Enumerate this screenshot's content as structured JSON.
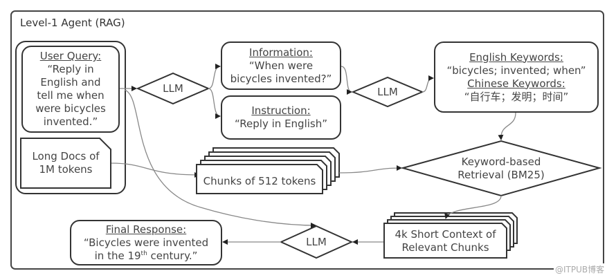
{
  "title": "Level-1 Agent (RAG)",
  "nodes": {
    "user_query": {
      "header": "User Query:",
      "lines": [
        "“Reply in",
        "English and",
        "tell me when",
        "were bicycles",
        "invented.”"
      ]
    },
    "long_docs": {
      "lines": [
        "Long Docs of",
        "1M tokens"
      ]
    },
    "llm_1": {
      "label": "LLM"
    },
    "information": {
      "header": "Information:",
      "lines": [
        "“When were",
        "bicycles invented?”"
      ]
    },
    "instruction": {
      "header": "Instruction:",
      "lines": [
        "“Reply in English”"
      ]
    },
    "llm_2": {
      "label": "LLM"
    },
    "keywords": {
      "english_header": "English Keywords:",
      "english_value": "“bicycles; invented; when”",
      "chinese_header": "Chinese Keywords:",
      "chinese_value": "“自行车；发明；时间”"
    },
    "chunks": {
      "label": "Chunks of 512 tokens"
    },
    "retrieval": {
      "lines": [
        "Keyword-based",
        "Retrieval (BM25)"
      ]
    },
    "short_context": {
      "lines": [
        "4k Short Context of",
        "Relevant Chunks"
      ]
    },
    "llm_3": {
      "label": "LLM"
    },
    "final_response": {
      "header": "Final Response:",
      "line1": "“Bicycles were invented",
      "line2_pre": "in the 19",
      "line2_sup": "th",
      "line2_post": " century.”"
    }
  },
  "watermark": "@ITPUB博客",
  "colors": {
    "stroke": "#333333",
    "text": "#444444",
    "connector": "#888888"
  }
}
